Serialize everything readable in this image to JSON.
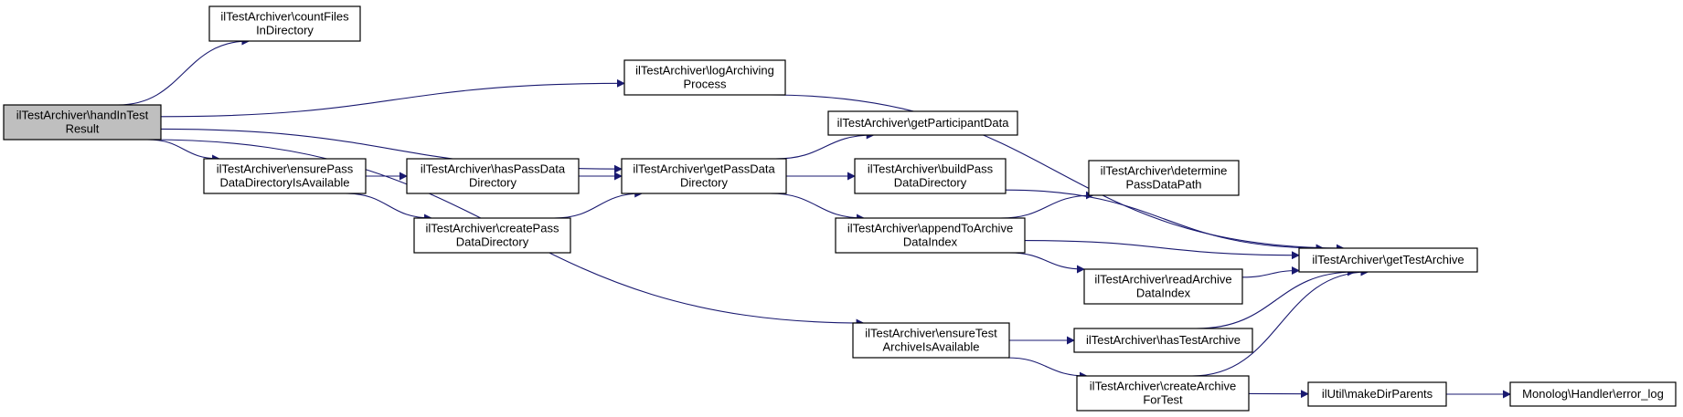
{
  "nodes": [
    {
      "id": "handInTestResult",
      "lines": [
        "ilTestArchiver\\handInTest",
        "Result"
      ],
      "root": true
    },
    {
      "id": "countFilesInDirectory",
      "lines": [
        "ilTestArchiver\\countFiles",
        "InDirectory"
      ]
    },
    {
      "id": "logArchivingProcess",
      "lines": [
        "ilTestArchiver\\logArchiving",
        "Process"
      ]
    },
    {
      "id": "ensurePassDataDirectoryIsAvailable",
      "lines": [
        "ilTestArchiver\\ensurePass",
        "DataDirectoryIsAvailable"
      ]
    },
    {
      "id": "hasPassDataDirectory",
      "lines": [
        "ilTestArchiver\\hasPassData",
        "Directory"
      ]
    },
    {
      "id": "createPassDataDirectory",
      "lines": [
        "ilTestArchiver\\createPass",
        "DataDirectory"
      ]
    },
    {
      "id": "getPassDataDirectory",
      "lines": [
        "ilTestArchiver\\getPassData",
        "Directory"
      ]
    },
    {
      "id": "getParticipantData",
      "lines": [
        "ilTestArchiver\\getParticipantData"
      ]
    },
    {
      "id": "buildPassDataDirectory",
      "lines": [
        "ilTestArchiver\\buildPass",
        "DataDirectory"
      ]
    },
    {
      "id": "determinePassDataPath",
      "lines": [
        "ilTestArchiver\\determine",
        "PassDataPath"
      ]
    },
    {
      "id": "appendToArchiveDataIndex",
      "lines": [
        "ilTestArchiver\\appendToArchive",
        "DataIndex"
      ]
    },
    {
      "id": "readArchiveDataIndex",
      "lines": [
        "ilTestArchiver\\readArchive",
        "DataIndex"
      ]
    },
    {
      "id": "getTestArchive",
      "lines": [
        "ilTestArchiver\\getTestArchive"
      ]
    },
    {
      "id": "ensureTestArchiveIsAvailable",
      "lines": [
        "ilTestArchiver\\ensureTest",
        "ArchiveIsAvailable"
      ]
    },
    {
      "id": "hasTestArchive",
      "lines": [
        "ilTestArchiver\\hasTestArchive"
      ]
    },
    {
      "id": "createArchiveForTest",
      "lines": [
        "ilTestArchiver\\createArchive",
        "ForTest"
      ]
    },
    {
      "id": "makeDirParents",
      "lines": [
        "ilUtil\\makeDirParents"
      ]
    },
    {
      "id": "error_log",
      "lines": [
        "Monolog\\Handler\\error_log"
      ]
    }
  ],
  "edges": [
    [
      "handInTestResult",
      "countFilesInDirectory"
    ],
    [
      "handInTestResult",
      "logArchivingProcess"
    ],
    [
      "handInTestResult",
      "getPassDataDirectory"
    ],
    [
      "handInTestResult",
      "ensurePassDataDirectoryIsAvailable"
    ],
    [
      "handInTestResult",
      "ensureTestArchiveIsAvailable"
    ],
    [
      "logArchivingProcess",
      "getTestArchive"
    ],
    [
      "ensurePassDataDirectoryIsAvailable",
      "hasPassDataDirectory"
    ],
    [
      "ensurePassDataDirectoryIsAvailable",
      "createPassDataDirectory"
    ],
    [
      "hasPassDataDirectory",
      "getPassDataDirectory"
    ],
    [
      "createPassDataDirectory",
      "getPassDataDirectory"
    ],
    [
      "getPassDataDirectory",
      "getParticipantData"
    ],
    [
      "getPassDataDirectory",
      "buildPassDataDirectory"
    ],
    [
      "getPassDataDirectory",
      "appendToArchiveDataIndex"
    ],
    [
      "buildPassDataDirectory",
      "getTestArchive"
    ],
    [
      "appendToArchiveDataIndex",
      "determinePassDataPath"
    ],
    [
      "appendToArchiveDataIndex",
      "getTestArchive"
    ],
    [
      "appendToArchiveDataIndex",
      "readArchiveDataIndex"
    ],
    [
      "readArchiveDataIndex",
      "getTestArchive"
    ],
    [
      "ensureTestArchiveIsAvailable",
      "hasTestArchive"
    ],
    [
      "ensureTestArchiveIsAvailable",
      "createArchiveForTest"
    ],
    [
      "hasTestArchive",
      "getTestArchive"
    ],
    [
      "createArchiveForTest",
      "getTestArchive"
    ],
    [
      "createArchiveForTest",
      "makeDirParents"
    ],
    [
      "makeDirParents",
      "error_log"
    ]
  ]
}
